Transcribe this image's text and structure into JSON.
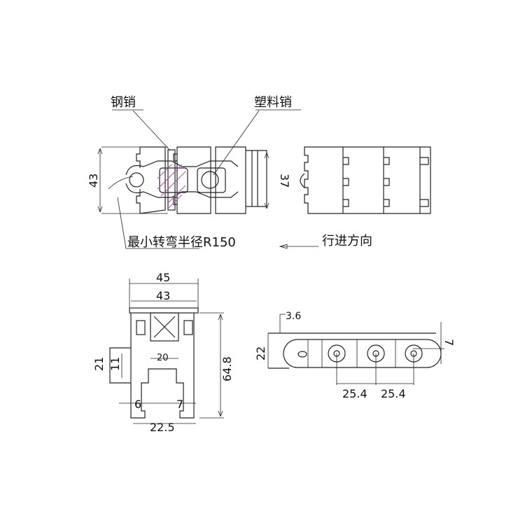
{
  "labels": {
    "steel_pin": "钢销",
    "plastic_pin": "塑料销",
    "min_radius": "最小转弯半径R150",
    "direction": "行进方向"
  },
  "dimensions": {
    "top_height": "43",
    "top_inner": "37",
    "width_outer": "45",
    "width_top": "43",
    "overall_height": "64.8",
    "guide_21": "21",
    "guide_11": "11",
    "center_20": "20",
    "foot_6": "6",
    "foot_7": "7",
    "foot_22_5": "22.5",
    "side_3_6": "3.6",
    "side_22": "22",
    "side_7": "7",
    "pitch_1": "25.4",
    "pitch_2": "25.4"
  },
  "colors": {
    "line": "#222222",
    "hatch": "#c04ac0"
  }
}
